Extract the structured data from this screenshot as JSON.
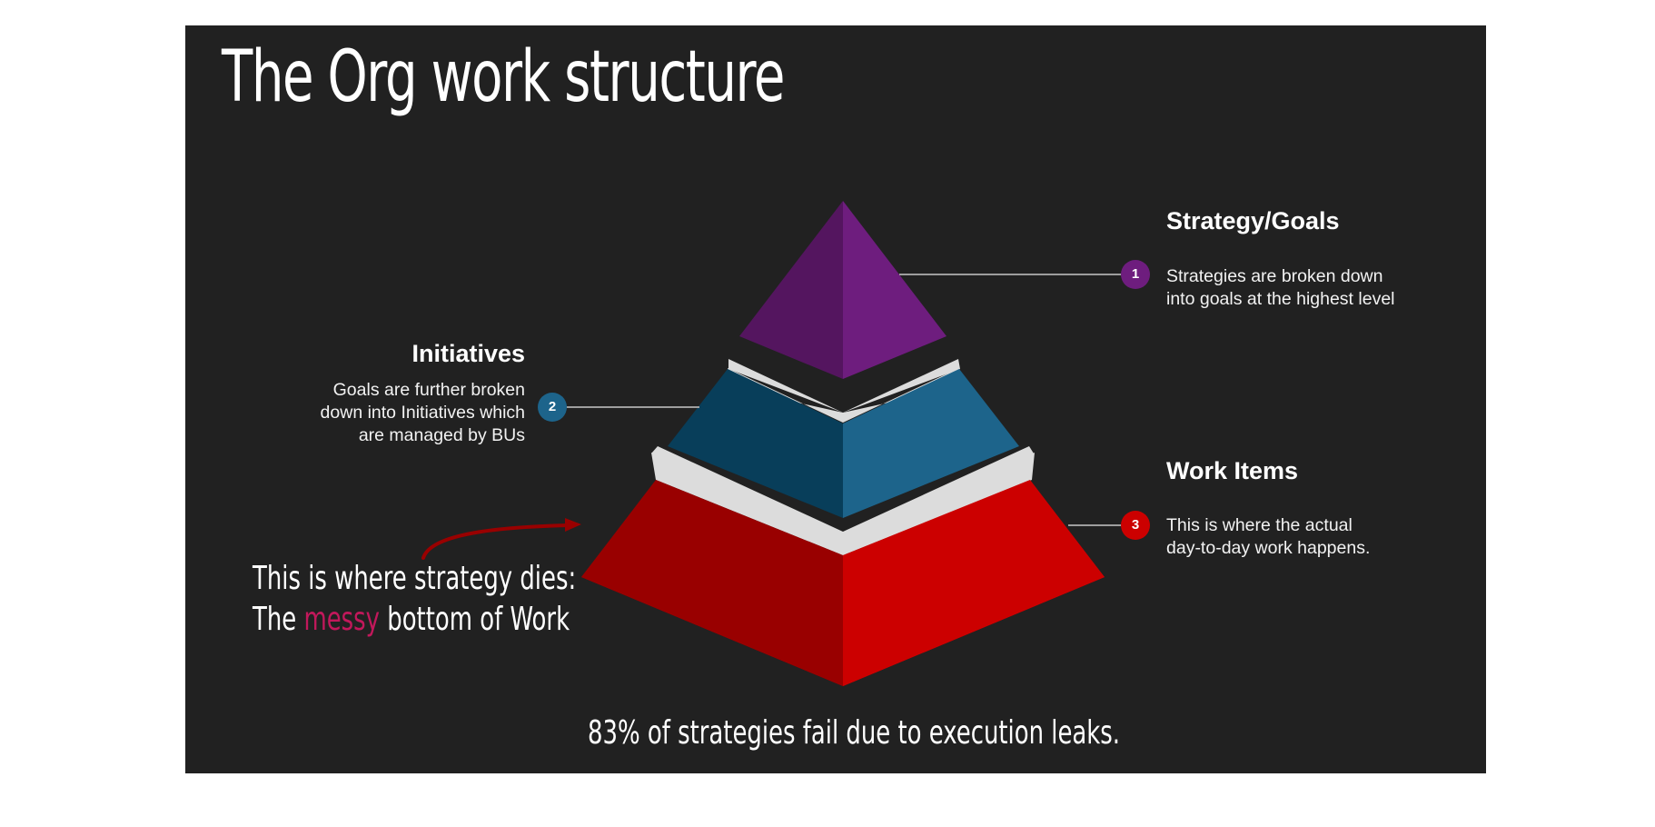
{
  "slide": {
    "title": "The Org work structure",
    "background": "#212121"
  },
  "levels": [
    {
      "number": "1",
      "heading": "Strategy/Goals",
      "description_lines": [
        "Strategies are broken down",
        "into goals at the highest level"
      ],
      "color": "#6e1d7e",
      "color_dark": "#54155f"
    },
    {
      "number": "2",
      "heading": "Initiatives",
      "description_lines": [
        "Goals are further broken",
        "down into Initiatives which",
        "are managed by BUs"
      ],
      "color": "#1d648b",
      "color_dark": "#083e5a"
    },
    {
      "number": "3",
      "heading": "Work Items",
      "description_lines": [
        "This is where the actual",
        "day-to-day work happens."
      ],
      "color": "#cc0000",
      "color_dark": "#990000"
    }
  ],
  "callout": {
    "line1": "This is where strategy dies:",
    "line2_prefix": "The ",
    "line2_highlight": "messy",
    "line2_suffix": " bottom of Work",
    "highlight_color": "#c2185b",
    "arrow_color": "#990000"
  },
  "footer": {
    "text": "83% of strategies fail due to execution leaks."
  }
}
